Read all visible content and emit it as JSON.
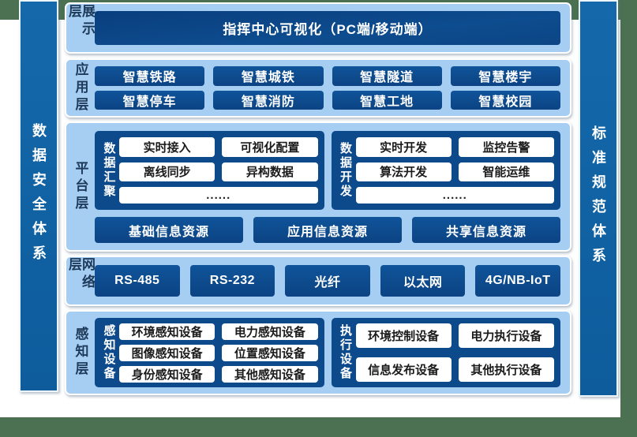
{
  "colors": {
    "page_background_green": "#4B7052",
    "content_background": "#FFFFFF",
    "side_bar_blue": "#1063A4",
    "layer_row_light_blue": "#A6CEF2",
    "dark_box_blue": "#0D4A8C",
    "white_box_text": "#1B1B1B",
    "layer_label_text": "#1D3A5A"
  },
  "sidebars": {
    "left": "数据安全体系",
    "right": "标准规范体系"
  },
  "display_layer": {
    "label": "展示层",
    "title_box": "指挥中心可视化（PC端/移动端）"
  },
  "application_layer": {
    "label": "应用层",
    "row1": [
      "智慧铁路",
      "智慧城铁",
      "智慧隧道",
      "智慧楼宇"
    ],
    "row2": [
      "智慧停车",
      "智慧消防",
      "智慧工地",
      "智慧校园"
    ]
  },
  "platform_layer": {
    "label": "平台层",
    "data_aggregation": {
      "title": "数据汇聚",
      "boxes": [
        "实时接入",
        "可视化配置",
        "离线同步",
        "异构数据"
      ],
      "more": "......"
    },
    "data_development": {
      "title": "数据开发",
      "boxes": [
        "实时开发",
        "监控告警",
        "算法开发",
        "智能运维"
      ],
      "more": "......"
    },
    "resources": [
      "基础信息资源",
      "应用信息资源",
      "共享信息资源"
    ]
  },
  "network_layer": {
    "label": "网络层",
    "boxes": [
      "RS-485",
      "RS-232",
      "光纤",
      "以太网",
      "4G/NB-IoT"
    ]
  },
  "perception_layer": {
    "label": "感知层",
    "sensing": {
      "title": "感知设备",
      "boxes": [
        "环境感知设备",
        "电力感知设备",
        "图像感知设备",
        "位置感知设备",
        "身份感知设备",
        "其他感知设备"
      ]
    },
    "execution": {
      "title": "执行设备",
      "boxes": [
        "环境控制设备",
        "电力执行设备",
        "信息发布设备",
        "其他执行设备"
      ]
    }
  }
}
